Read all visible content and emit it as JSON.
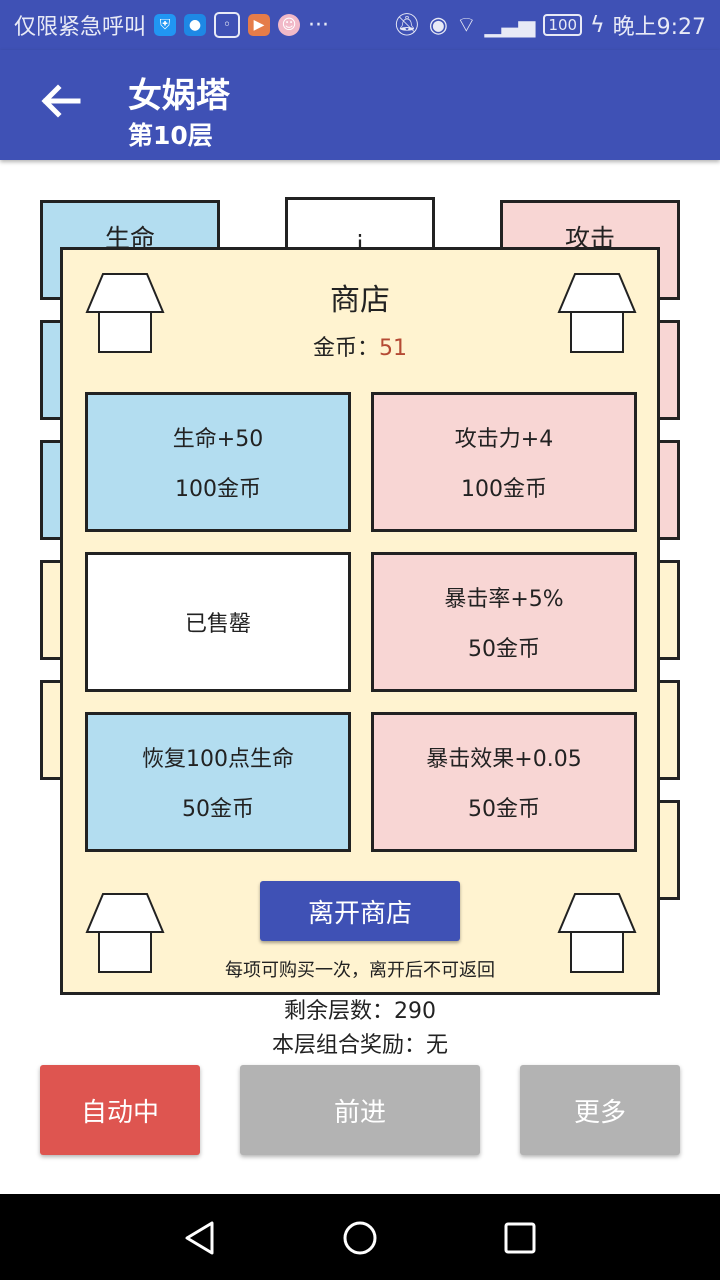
{
  "status_bar": {
    "carrier_text": "仅限紧急呼叫",
    "more": "···",
    "battery": "100",
    "time": "晚上9:27"
  },
  "app_bar": {
    "title": "女娲塔",
    "subtitle": "第10层"
  },
  "background_tiles": {
    "left_top": "生命",
    "right_top": "攻击",
    "center_top_partial": "i"
  },
  "shop": {
    "title": "商店",
    "coins_label": "金币：",
    "coins_value": "51",
    "items": [
      {
        "name": "生命+50",
        "price": "100金币",
        "color": "#B3DDF0"
      },
      {
        "name": "攻击力+4",
        "price": "100金币",
        "color": "#F8D6D4"
      },
      {
        "name": "已售罄",
        "price": "",
        "color": "#FFFFFF"
      },
      {
        "name": "暴击率+5%",
        "price": "50金币",
        "color": "#F8D6D4"
      },
      {
        "name": "恢复100点生命",
        "price": "50金币",
        "color": "#B3DDF0"
      },
      {
        "name": "暴击效果+0.05",
        "price": "50金币",
        "color": "#F8D6D4"
      }
    ],
    "leave_button": "离开商店",
    "note": "每项可购买一次，离开后不可返回"
  },
  "info": {
    "remaining_floors": "剩余层数：290",
    "combo_bonus": "本层组合奖励：无"
  },
  "buttons": {
    "auto": "自动中",
    "forward": "前进",
    "more": "更多"
  },
  "colors": {
    "primary": "#3F51B5",
    "auto_button": "#DE5550",
    "disabled_button": "#B3B3B3",
    "shop_bg": "#FFF3D0"
  }
}
